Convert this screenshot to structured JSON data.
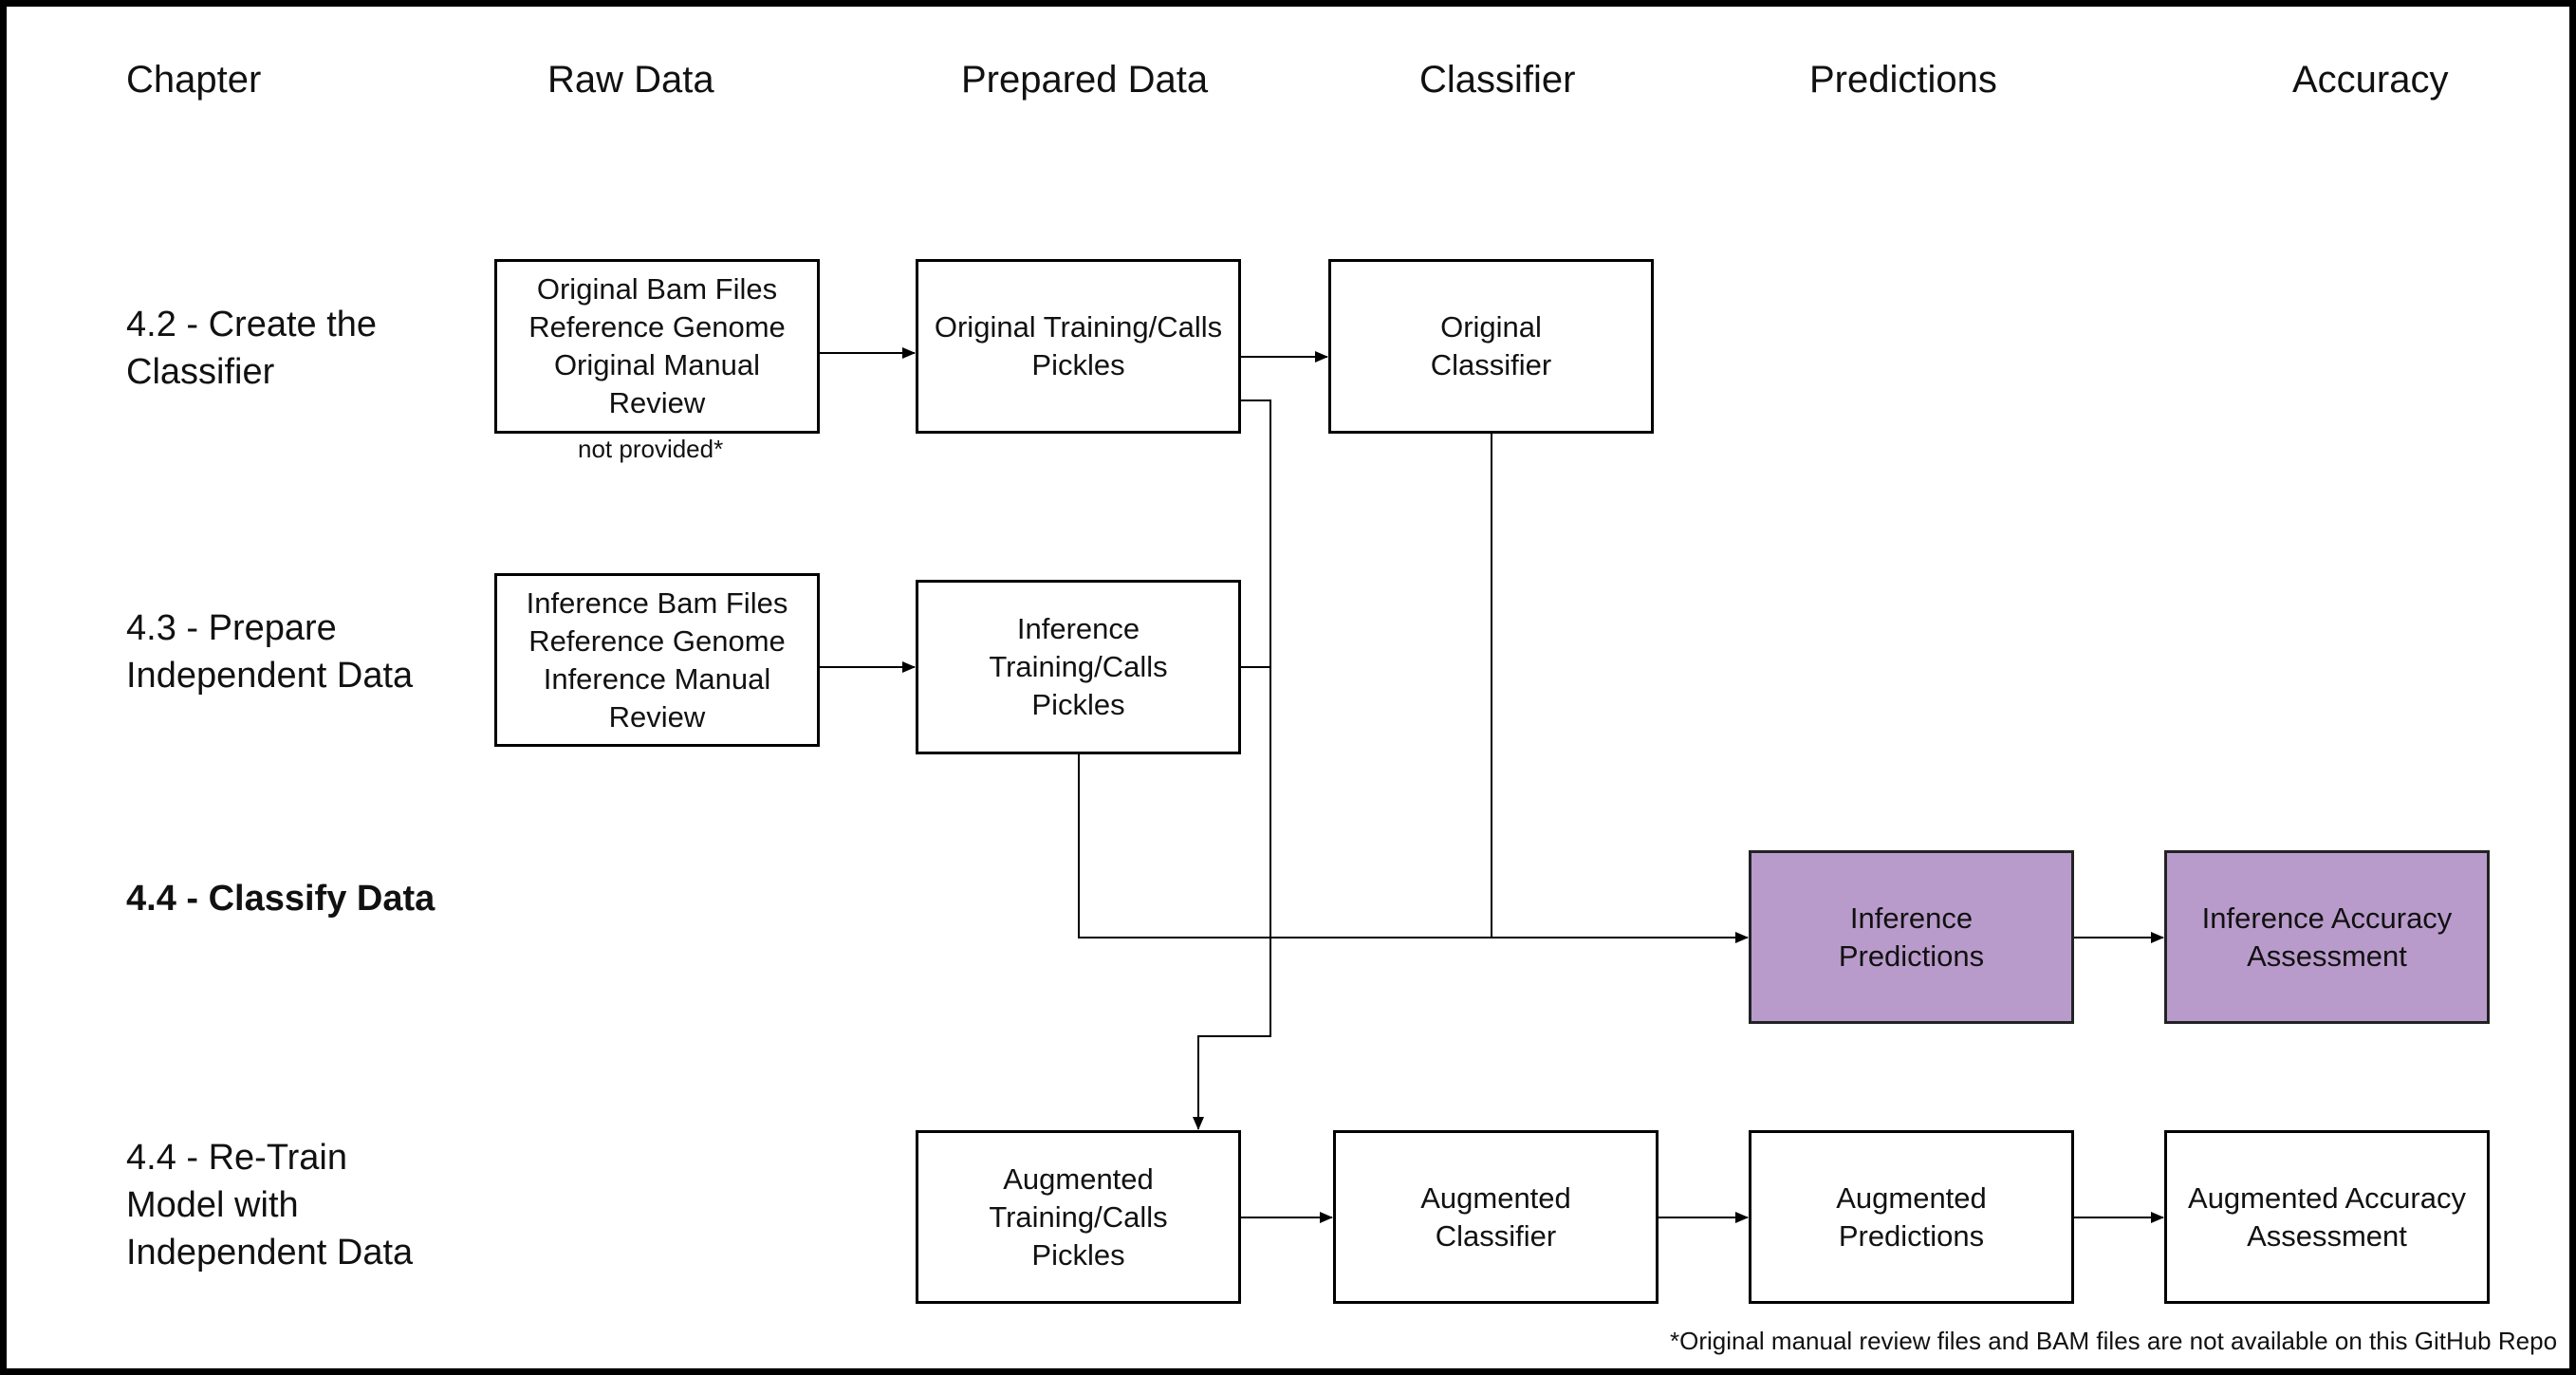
{
  "headers": {
    "chapter": "Chapter",
    "raw_data": "Raw Data",
    "prepared_data": "Prepared Data",
    "classifier": "Classifier",
    "predictions": "Predictions",
    "accuracy": "Accuracy"
  },
  "chapters": {
    "create": "4.2 - Create the\nClassifier",
    "prepare": "4.3 - Prepare\nIndependent Data",
    "classify": "4.4 - Classify Data",
    "retrain": "4.4 - Re-Train\nModel with\nIndependent Data"
  },
  "boxes": {
    "orig_raw": "Original Bam Files\nReference Genome\nOriginal Manual Review",
    "orig_prepared": "Original Training/Calls\nPickles",
    "orig_classifier": "Original\nClassifier",
    "inf_raw": "Inference Bam Files\nReference Genome\nInference Manual\nReview",
    "inf_prepared": "Inference\nTraining/Calls\nPickles",
    "inf_predictions": "Inference\nPredictions",
    "inf_accuracy": "Inference Accuracy\nAssessment",
    "aug_prepared": "Augmented\nTraining/Calls\nPickles",
    "aug_classifier": "Augmented\nClassifier",
    "aug_predictions": "Augmented\nPredictions",
    "aug_accuracy": "Augmented Accuracy\nAssessment"
  },
  "notes": {
    "not_provided": "not provided*",
    "footnote": "*Original manual review files and BAM files are not available on this GitHub Repo"
  },
  "colors": {
    "highlight_fill": "#b99bcb",
    "line": "#000000",
    "background": "#ffffff"
  }
}
